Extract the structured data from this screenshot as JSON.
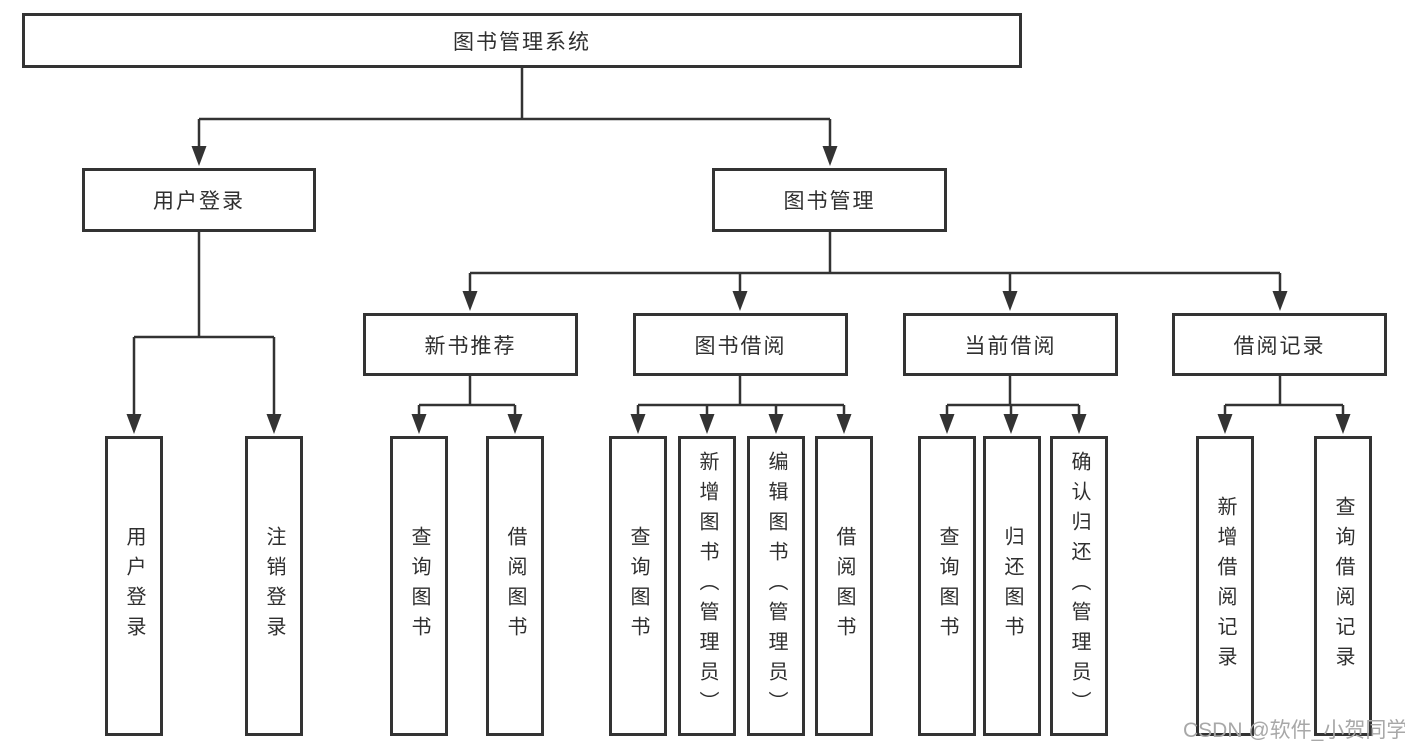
{
  "root": {
    "label": "图书管理系统"
  },
  "level2": [
    {
      "label": "用户登录"
    },
    {
      "label": "图书管理"
    }
  ],
  "level3": [
    {
      "label": "新书推荐"
    },
    {
      "label": "图书借阅"
    },
    {
      "label": "当前借阅"
    },
    {
      "label": "借阅记录"
    }
  ],
  "leaves": {
    "user": [
      "用户登录",
      "注销登录"
    ],
    "recommend": [
      "查询图书",
      "借阅图书"
    ],
    "borrow": [
      "查询图书",
      "新增图书（管理员）",
      "编辑图书（管理员）",
      "借阅图书"
    ],
    "current": [
      "查询图书",
      "归还图书",
      "确认归还（管理员）"
    ],
    "records": [
      "新增借阅记录",
      "查询借阅记录"
    ]
  },
  "watermark": "CSDN @软件_小贺同学",
  "colors": {
    "line": "#333333",
    "box_border": "#333333",
    "box_fill": "#ffffff",
    "text": "#2f2f2f",
    "watermark": "#a8a8a8"
  }
}
